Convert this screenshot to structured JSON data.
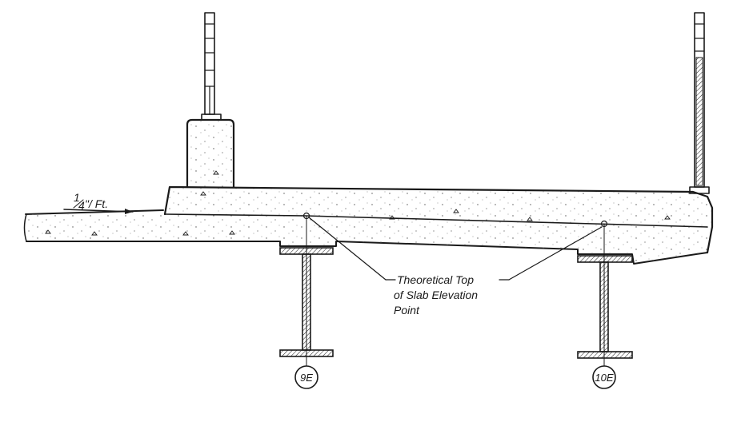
{
  "slope_label": {
    "sup": "1",
    "sub": "4",
    "rest": "\"/ Ft."
  },
  "callout": {
    "line1": "Theoretical Top",
    "line2": "of Slab Elevation",
    "line3": "Point"
  },
  "girders": [
    {
      "id": "9E"
    },
    {
      "id": "10E"
    }
  ]
}
